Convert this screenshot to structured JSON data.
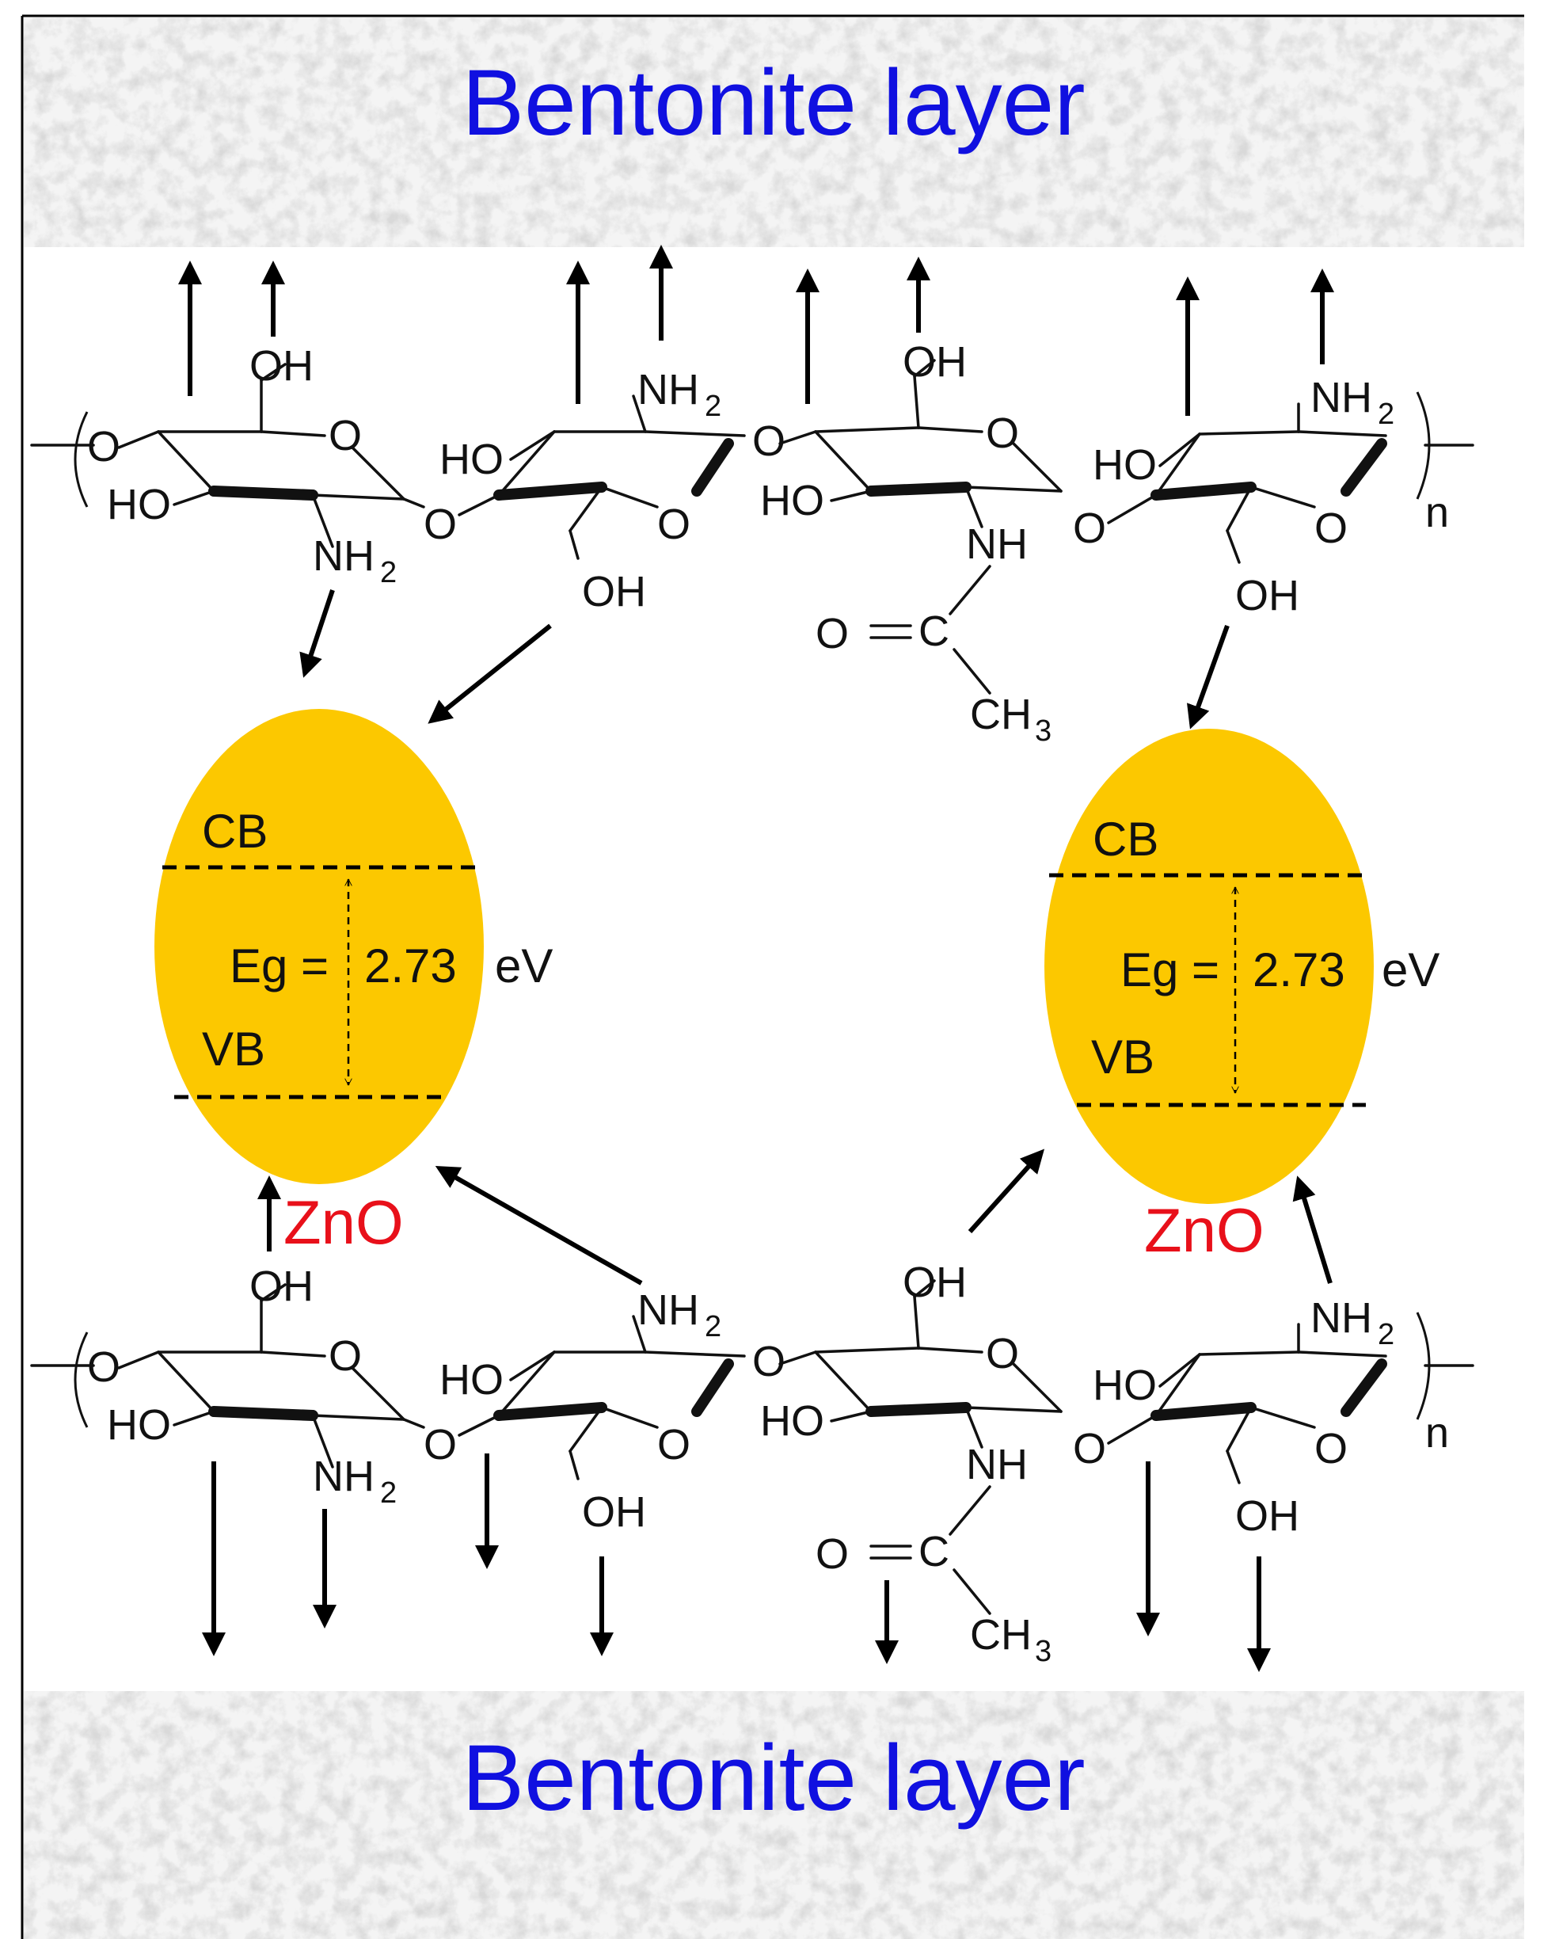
{
  "layers": {
    "top_label": "Bentonite layer",
    "bottom_label": "Bentonite layer",
    "label_color": "#1010e0",
    "texture_color": "#e4e4e4"
  },
  "polymer": {
    "repeat_subscript": "n",
    "labels": {
      "oh": "OH",
      "ho": "HO",
      "o": "O",
      "nh2_main": "NH",
      "nh2_sub": "2",
      "nh": "NH",
      "carbonyl_o": "O",
      "carbon": "C",
      "ch3_main": "CH",
      "ch3_sub": "3"
    }
  },
  "zno_particles": [
    {
      "label": "ZnO",
      "cb": "CB",
      "vb": "VB",
      "eg_label": "Eg =",
      "eg_value": "2.73",
      "eg_unit": "eV"
    },
    {
      "label": "ZnO",
      "cb": "CB",
      "vb": "VB",
      "eg_label": "Eg =",
      "eg_value": "2.73",
      "eg_unit": "eV"
    }
  ],
  "colors": {
    "particle_fill": "#fcc800",
    "zno_text": "#e8101a",
    "ink": "#111111"
  }
}
